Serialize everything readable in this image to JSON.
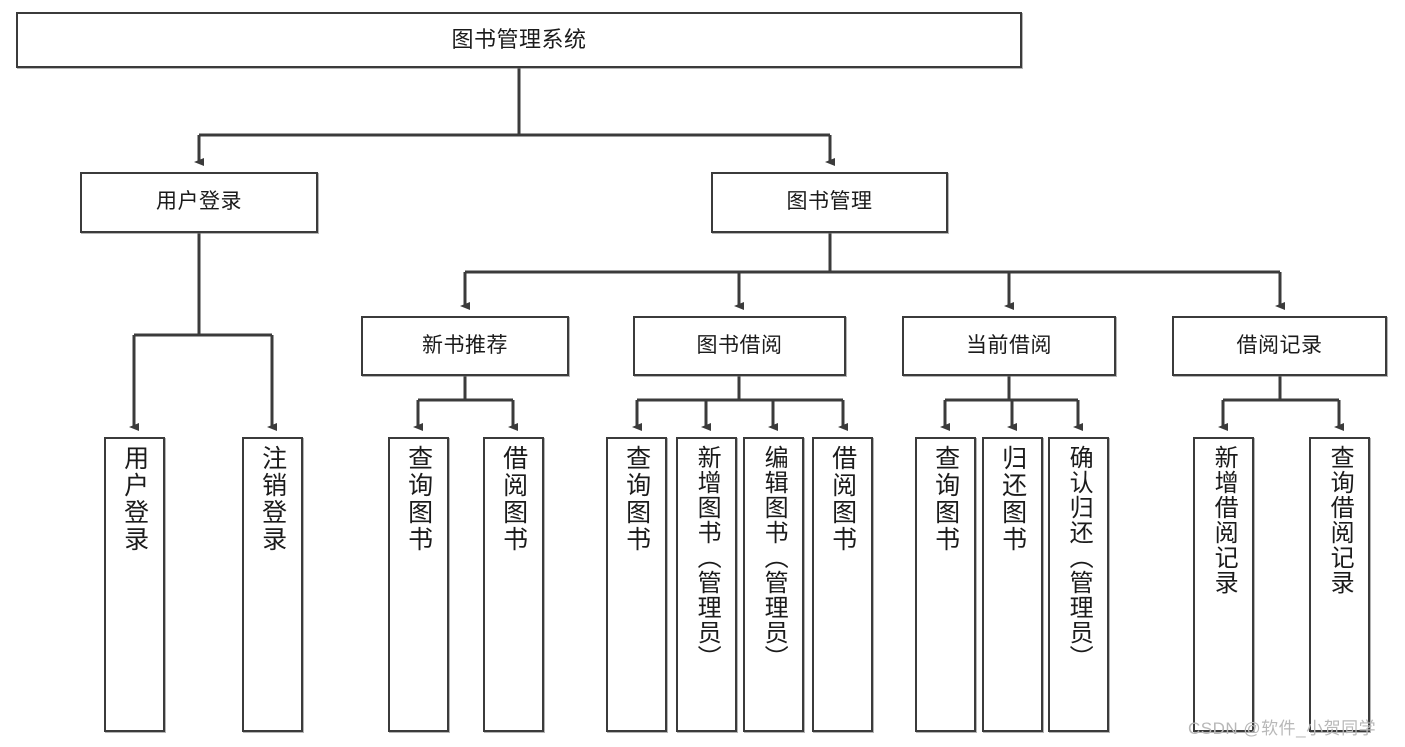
{
  "diagram": {
    "title": "图书管理系统",
    "type": "tree",
    "orientation": "top-down",
    "colors": {
      "box_border": "#3b3b3b",
      "box_fill": "#ffffff",
      "connector": "#3b3b3b",
      "text": "#1b1b1b",
      "watermark": "#b8b8b8",
      "background": "#ffffff"
    },
    "watermark": "CSDN @软件_小贺同学",
    "nodes": {
      "root": {
        "label": "图书管理系统"
      },
      "level2": [
        {
          "id": "user-login",
          "label": "用户登录"
        },
        {
          "id": "book-manage",
          "label": "图书管理"
        }
      ],
      "level3": [
        {
          "id": "new-book-recommend",
          "label": "新书推荐",
          "parent": "book-manage"
        },
        {
          "id": "book-borrow",
          "label": "图书借阅",
          "parent": "book-manage"
        },
        {
          "id": "current-borrow",
          "label": "当前借阅",
          "parent": "book-manage"
        },
        {
          "id": "borrow-record",
          "label": "借阅记录",
          "parent": "book-manage"
        }
      ],
      "leaves": [
        {
          "id": "leaf-user-login",
          "label": "用户登录",
          "parent": "user-login"
        },
        {
          "id": "leaf-user-logout",
          "label": "注销登录",
          "parent": "user-login"
        },
        {
          "id": "leaf-query-book-1",
          "label": "查询图书",
          "parent": "new-book-recommend"
        },
        {
          "id": "leaf-borrow-book-1",
          "label": "借阅图书",
          "parent": "new-book-recommend"
        },
        {
          "id": "leaf-query-book-2",
          "label": "查询图书",
          "parent": "book-borrow"
        },
        {
          "id": "leaf-add-book",
          "label": "新增图书（管理员）",
          "parent": "book-borrow"
        },
        {
          "id": "leaf-edit-book",
          "label": "编辑图书（管理员）",
          "parent": "book-borrow"
        },
        {
          "id": "leaf-borrow-book-2",
          "label": "借阅图书",
          "parent": "book-borrow"
        },
        {
          "id": "leaf-query-book-3",
          "label": "查询图书",
          "parent": "current-borrow"
        },
        {
          "id": "leaf-return-book",
          "label": "归还图书",
          "parent": "current-borrow"
        },
        {
          "id": "leaf-confirm-return",
          "label": "确认归还（管理员）",
          "parent": "current-borrow"
        },
        {
          "id": "leaf-add-record",
          "label": "新增借阅记录",
          "parent": "borrow-record"
        },
        {
          "id": "leaf-query-record",
          "label": "查询借阅记录",
          "parent": "borrow-record"
        }
      ]
    }
  }
}
